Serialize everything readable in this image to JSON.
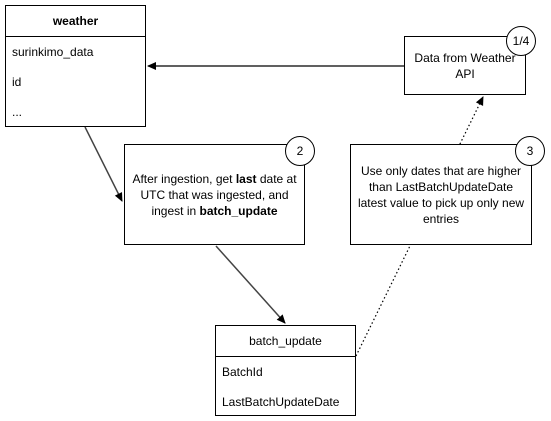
{
  "weather_table": {
    "title": "weather",
    "rows": [
      "surinkimo_data",
      "id",
      "..."
    ]
  },
  "batch_update_table": {
    "title": "batch_update",
    "rows": [
      "BatchId",
      "LastBatchUpdateDate"
    ]
  },
  "api_note": {
    "text": "Data from Weather API",
    "badge": "1/4"
  },
  "ingestion_note": {
    "line1": "After ingestion, get ",
    "bold1": "last",
    "line2": " date at UTC that was ingested, and ingest in ",
    "bold2": "batch_update",
    "badge": "2"
  },
  "filter_note": {
    "text": "Use only dates that are higher than LastBatchUpdateDate latest value to pick up only new entries",
    "badge": "3"
  },
  "colors": {
    "stroke": "#000000",
    "connector_gray": "#444444",
    "background": "#ffffff"
  }
}
